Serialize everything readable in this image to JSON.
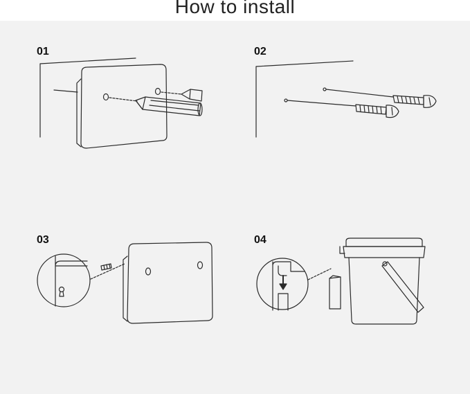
{
  "page": {
    "title": "How to install"
  },
  "steps": [
    {
      "label": "01"
    },
    {
      "label": "02"
    },
    {
      "label": "03"
    },
    {
      "label": "04"
    }
  ],
  "colors": {
    "background": "#f2f2f2",
    "line": "#2a2a2a",
    "header_band": "#ffffff"
  }
}
